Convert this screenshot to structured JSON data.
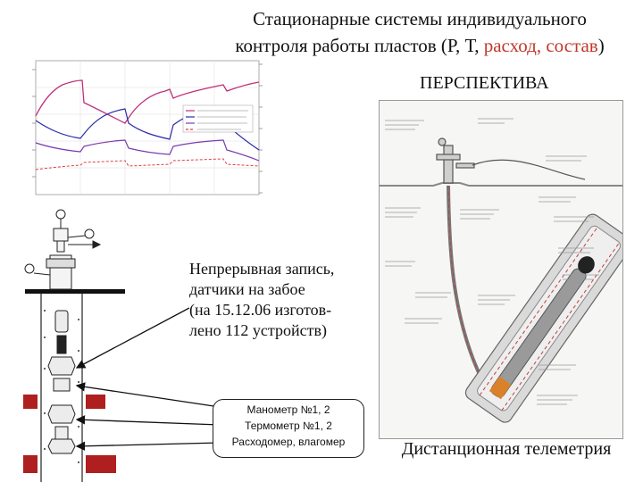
{
  "title": {
    "line1": "Стационарные системы индивидуального",
    "line2_plain": "контроля работы пластов (Р, Т, ",
    "line2_accent": "расход, состав",
    "line2_end": ")"
  },
  "subtitle": "ПЕРСПЕКТИВА",
  "note_record": {
    "lines": [
      "Непрерывная запись,",
      "датчики на забое",
      "(на 15.12.06 изготов-",
      "лено 112 устройств)"
    ]
  },
  "note_sensors": {
    "lines": [
      "Манометр №1, 2",
      "Термометр №1, 2",
      "Расходомер, влагомер"
    ]
  },
  "caption": "Дистанционная телеметрия",
  "colors": {
    "series_magenta": "#c0307a",
    "series_blue": "#2a2aa8",
    "series_purple": "#7a3ab0",
    "series_red": "#e04040",
    "packer_red": "#b01f1f",
    "accent_text": "#c0392b"
  }
}
